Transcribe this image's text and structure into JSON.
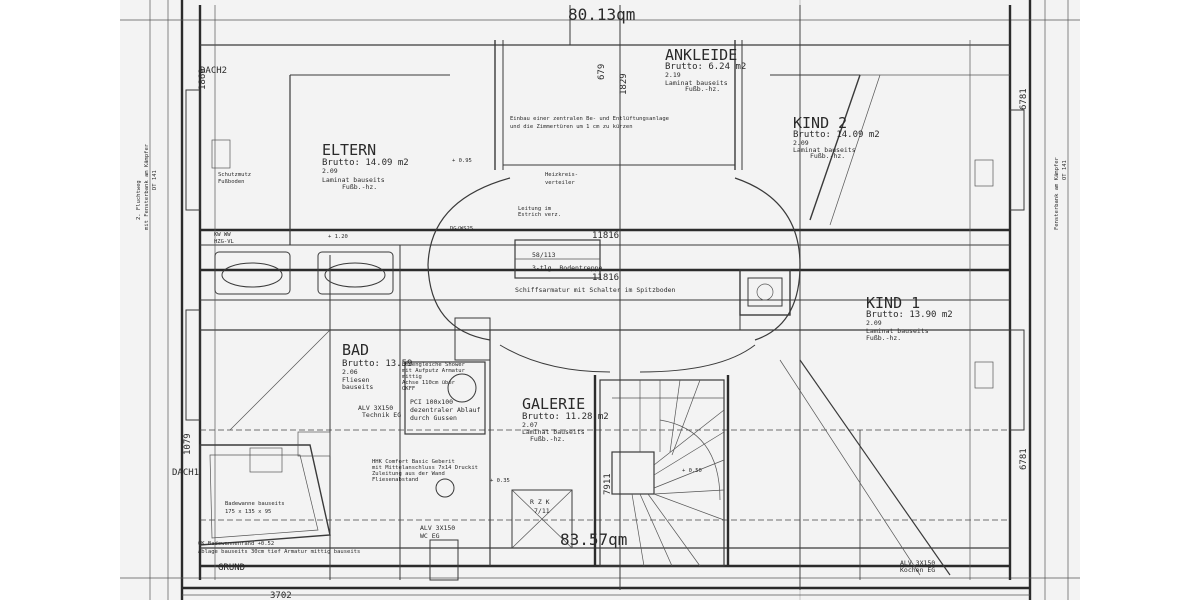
{
  "colors": {
    "paper": "#f4f4f4",
    "ink": "#2a2a2a",
    "margin": "#ffffff"
  },
  "rooms": {
    "eltern": {
      "name": "ELTERN",
      "brutto": "Brutto: 14.09 m2",
      "netto": "2.09",
      "floor": "Laminat bauseits",
      "heating": "Fußb.-hz."
    },
    "ankleide": {
      "name": "ANKLEIDE",
      "brutto": "Brutto: 6.24 m2",
      "netto": "2.19",
      "floor": "Laminat bauseits",
      "heating": "Fußb.-hz."
    },
    "kind2": {
      "name": "KIND 2",
      "brutto": "Brutto: 14.09 m2",
      "netto": "2.09",
      "floor": "Laminat bauseits",
      "heating": "Fußb.-hz."
    },
    "kind1": {
      "name": "KIND 1",
      "brutto": "Brutto: 13.90 m2",
      "netto": "2.09",
      "floor": "Laminat bauseits",
      "heating": "Fußb.-hz."
    },
    "bad": {
      "name": "BAD",
      "brutto": "Brutto: 13.59",
      "netto": "2.06",
      "floor": "Fliesen",
      "floor2": "bauseits"
    },
    "galerie": {
      "name": "GALERIE",
      "brutto": "Brutto: 11.28 m2",
      "netto": "2.07",
      "floor": "Laminat bauseits",
      "heating": "Fußb.-hz."
    }
  },
  "labels": {
    "dach2": "DACH2",
    "dach1": "DACH1",
    "grund": "GRUND",
    "dim_top": "80.13qm",
    "dim_bottom": "83.57qm",
    "dim_11816_a": "11816",
    "dim_11816_b": "11816",
    "v1869": "1869",
    "v679": "679",
    "v1829": "1829",
    "v6781_top": "6781",
    "v6781_bot": "6781",
    "v1079": "1079",
    "v7911": "7911",
    "treppe_ref": "58/113",
    "treppe": "3-tlg. Bodentreppe",
    "schiff": "Schiffsarmatur mit Schalter im Spitzboden",
    "heizkreis": "Heizkreis-",
    "verteiler": "verteiler",
    "lueftung_1": "Einbau einer zentralen Be- und Entlüftungsanlage",
    "lueftung_2": "und die Zimmertüren um 1 cm zu kürzen",
    "leitung": "Leitung im",
    "estrich": "Estrich verz.",
    "badewanne_1": "Badewanne bauseits",
    "badewanne_2": "175 x 135 x 95",
    "ok_bad": "OK Badewannenrand +0.52",
    "ablage": "Ablage bauseits 30cm tief Armatur mittig bauseits",
    "alv_technik": "ALV 3X150",
    "technik_eg": "Technik EG",
    "alv_wc": "ALV 3X150",
    "wc_eg": "WC EG",
    "alv_kochen": "ALV 3X150",
    "kochen_eg": "Kochen EG",
    "hhk": "HHK Comfort Basic Geberit",
    "hhk2": "mit Mittelanschluss 7x14 Druckit",
    "hhk3": "Zuleitung aus der Wand",
    "hhk4": "Fliesenabstand",
    "pci": "PCI 100x100",
    "pci2": "dezentraler Ablauf",
    "pci3": "durch Gussen",
    "dusche": "Bodengleiche Shower",
    "dusche2": "mit Aufputz Armatur",
    "dusche3": "mittig",
    "dusche4": "Achse 110cm über",
    "dusche5": "OKFF",
    "rzk": "R Z K",
    "rzk2": "7/11",
    "side_left_1": "2. Fluchtweg",
    "side_left_2": "mit Fensterbank am Kämpfer",
    "side_left_3": "DT 141",
    "side_right": "Fensterbank am Kämpfer",
    "side_right2": "OT 141",
    "bottom_num": "3702",
    "hzg": "HZG-VL",
    "kw": "KW WW",
    "plus95": "+ 0.95",
    "plus35": "+ 0.35",
    "plus120": "+ 1.20",
    "plus50": "+ 0.50",
    "dg": "DG/WS25",
    "fussb": "Fußboden",
    "schutz": "Schutzmutz"
  }
}
